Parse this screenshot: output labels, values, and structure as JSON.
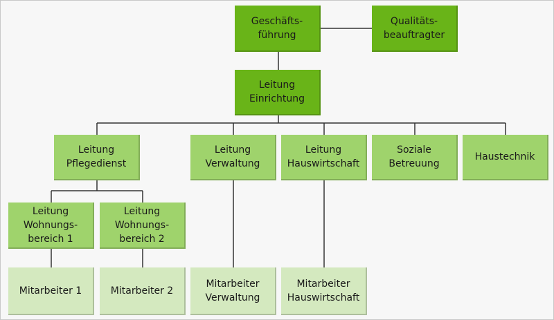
{
  "colors": {
    "top_level": "#69b418",
    "mid_level": "#9fd36c",
    "bottom_level": "#d4e9bf",
    "connector": "#333333",
    "background": "#f7f7f7"
  },
  "nodes": {
    "geschaeftsfuehrung": [
      "Geschäfts-",
      "führung"
    ],
    "qualitaetsbeauftragter": [
      "Qualitäts-",
      "beauftragter"
    ],
    "leitung_einrichtung": [
      "Leitung",
      "Einrichtung"
    ],
    "leitung_pflegedienst": [
      "Leitung",
      "Pflegedienst"
    ],
    "leitung_verwaltung": [
      "Leitung",
      "Verwaltung"
    ],
    "leitung_hauswirtschaft": [
      "Leitung",
      "Hauswirtschaft"
    ],
    "soziale_betreuung": [
      "Soziale",
      "Betreuung"
    ],
    "haustechnik": [
      "Haustechnik"
    ],
    "leitung_wohnungsbereich_1": [
      "Leitung",
      "Wohnungs-",
      "bereich 1"
    ],
    "leitung_wohnungsbereich_2": [
      "Leitung",
      "Wohnungs-",
      "bereich 2"
    ],
    "mitarbeiter_1": [
      "Mitarbeiter 1"
    ],
    "mitarbeiter_2": [
      "Mitarbeiter 2"
    ],
    "mitarbeiter_verwaltung": [
      "Mitarbeiter",
      "Verwaltung"
    ],
    "mitarbeiter_hauswirtschaft": [
      "Mitarbeiter",
      "Hauswirtschaft"
    ]
  }
}
